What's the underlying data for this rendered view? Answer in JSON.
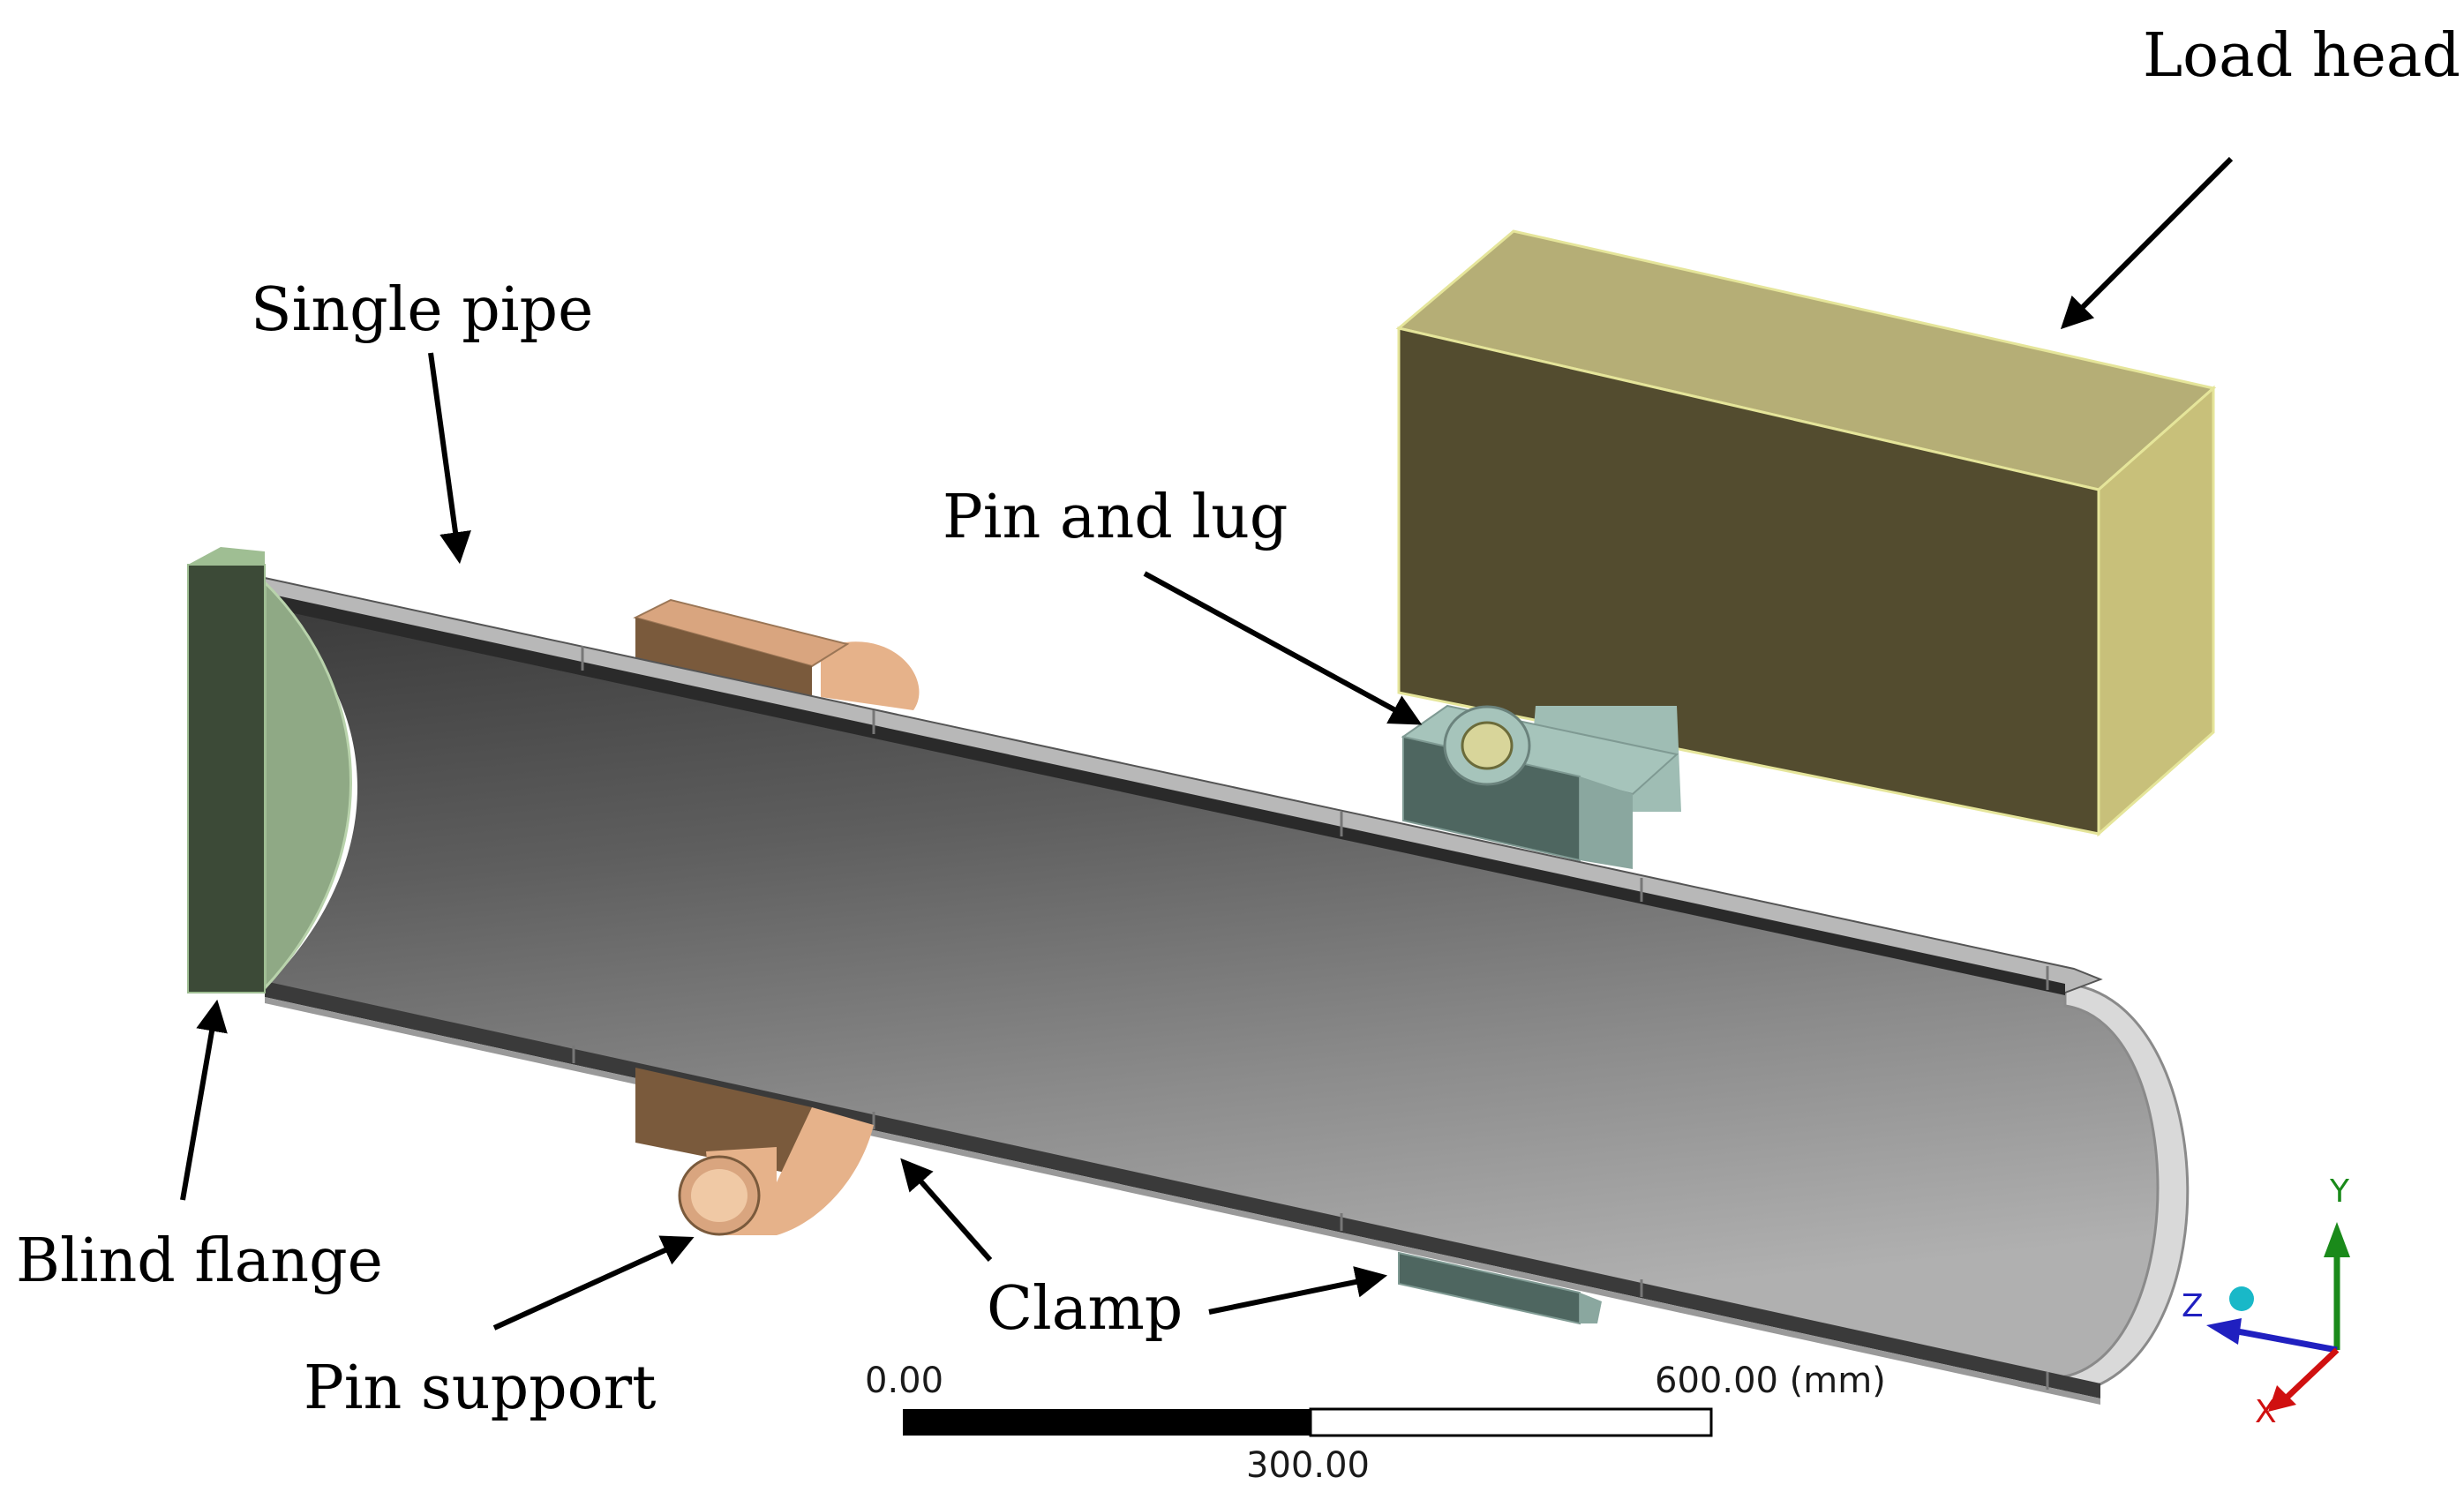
{
  "labels": {
    "load_head": "Load head",
    "single_pipe": "Single pipe",
    "pin_and_lug": "Pin and lug",
    "blind_flange": "Blind flange",
    "clamp": "Clamp",
    "pin_support": "Pin support"
  },
  "scale_bar": {
    "start": "0.00",
    "mid": "300.00",
    "end": "600.00 (mm)"
  },
  "axes": {
    "y": "Y",
    "z": "Z",
    "x": "X"
  },
  "colors": {
    "load_head": "#b3ad75",
    "load_head_front": "#534c2f",
    "pipe_inner_dark": "#3f3f3f",
    "pipe_inner_light": "#a6a6a6",
    "pipe_wall": "#b5b5b5",
    "flange_front": "#3c4a37",
    "flange_face": "#8fa985",
    "pin_support": "#e6b28a",
    "pin_support_dark": "#7a5a3c",
    "lug": "#a6c4bb",
    "lug_dark": "#4e6660",
    "axis_y": "#1a8a1a",
    "axis_z": "#2020c0",
    "axis_x": "#d01010"
  }
}
